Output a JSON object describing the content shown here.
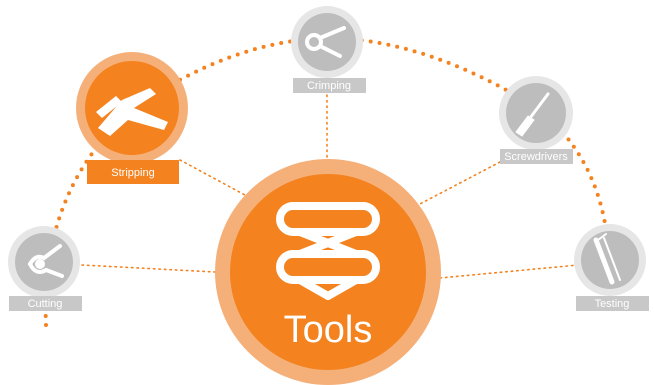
{
  "hub": {
    "label": "Tools",
    "icon": "chain-link-icon"
  },
  "categories": [
    {
      "id": "stripping",
      "label": "Stripping",
      "icon": "wire-stripper-icon",
      "active": true
    },
    {
      "id": "crimping",
      "label": "Crimping",
      "icon": "crimper-icon",
      "active": false
    },
    {
      "id": "screwdrivers",
      "label": "Screwdrivers",
      "icon": "screwdriver-icon",
      "active": false
    },
    {
      "id": "cutting",
      "label": "Cutting",
      "icon": "cutter-icon",
      "active": false
    },
    {
      "id": "testing",
      "label": "Testing",
      "icon": "voltage-tester-icon",
      "active": false
    }
  ],
  "colors": {
    "accent": "#f4821f",
    "accent_light": "#f5b07a",
    "inactive_outer": "#e6e6e6",
    "inactive_inner": "#bdbdbd",
    "inactive_label": "#c8c8c8",
    "active_label": "#f4821f",
    "dots": "#f4821f",
    "label_text": "#ffffff"
  }
}
